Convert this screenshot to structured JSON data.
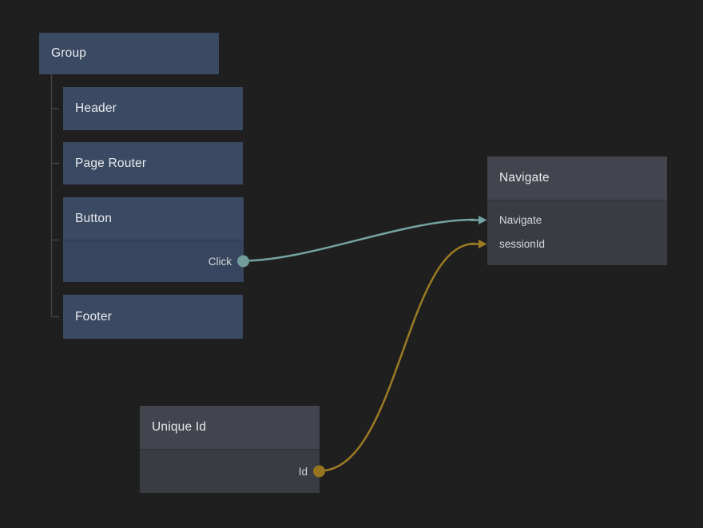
{
  "editor": {
    "background": "#1f1f20",
    "node_colors": {
      "visual_header": "#3b4a63",
      "visual_body": "#38455e",
      "logic_header": "#43454e",
      "logic_body": "#3a3c44"
    },
    "accent_colors": {
      "signal_teal": "#74a3a1",
      "string_orange": "#9d7b24"
    }
  },
  "nodes": {
    "group": {
      "title": "Group"
    },
    "header": {
      "title": "Header"
    },
    "page_router": {
      "title": "Page Router"
    },
    "button": {
      "title": "Button",
      "outputs": {
        "click": {
          "label": "Click",
          "color": "#6f9b99"
        }
      }
    },
    "footer": {
      "title": "Footer"
    },
    "navigate": {
      "title": "Navigate",
      "inputs": {
        "navigate": {
          "label": "Navigate",
          "color": "#74a3a1"
        },
        "session_id": {
          "label": "sessionId",
          "color": "#9d7b24"
        }
      }
    },
    "unique_id": {
      "title": "Unique Id",
      "outputs": {
        "id": {
          "label": "Id",
          "color": "#97751f"
        }
      }
    }
  },
  "connections": [
    {
      "from_node": "Button",
      "from_port": "Click",
      "to_node": "Navigate",
      "to_port": "Navigate",
      "color": "#74a3a1"
    },
    {
      "from_node": "Unique Id",
      "from_port": "Id",
      "to_node": "Navigate",
      "to_port": "sessionId",
      "color": "#9d7b24"
    }
  ]
}
